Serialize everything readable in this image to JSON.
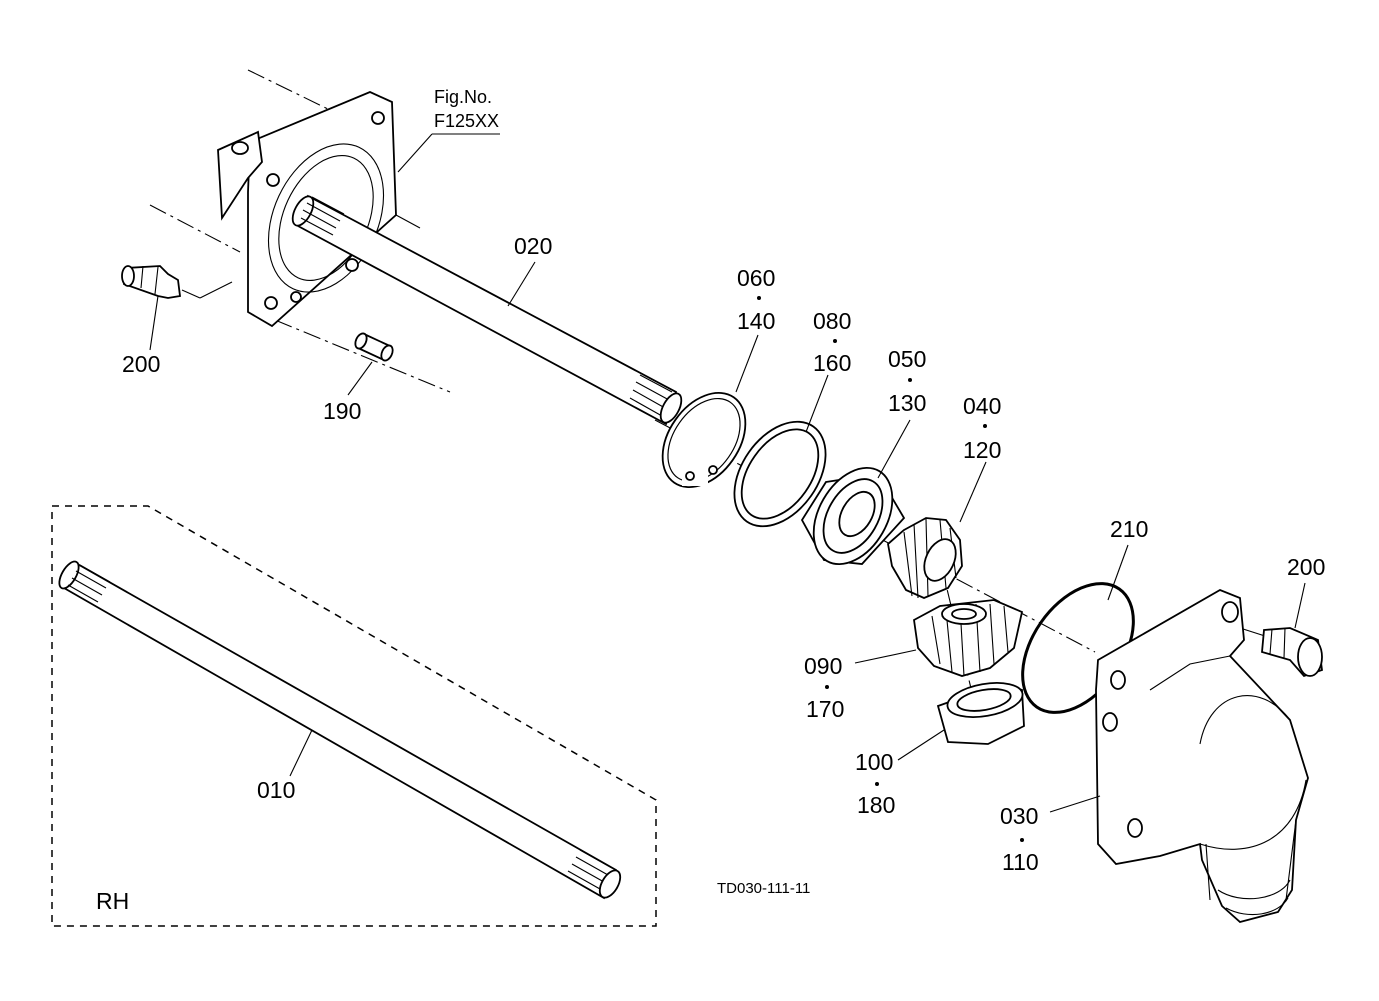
{
  "figure_ref": {
    "line1": "Fig.No.",
    "line2": "F125XX"
  },
  "callouts": {
    "c020": "020",
    "c060": "060",
    "c140": "140",
    "c080": "080",
    "c160": "160",
    "c050": "050",
    "c130": "130",
    "c040": "040",
    "c120": "120",
    "c210": "210",
    "c200_right": "200",
    "c200_left": "200",
    "c190": "190",
    "c090": "090",
    "c170": "170",
    "c100": "100",
    "c180": "180",
    "c030": "030",
    "c110": "110",
    "c010": "010"
  },
  "inset": {
    "side_label": "RH"
  },
  "drawing_code": "TD030-111-11"
}
